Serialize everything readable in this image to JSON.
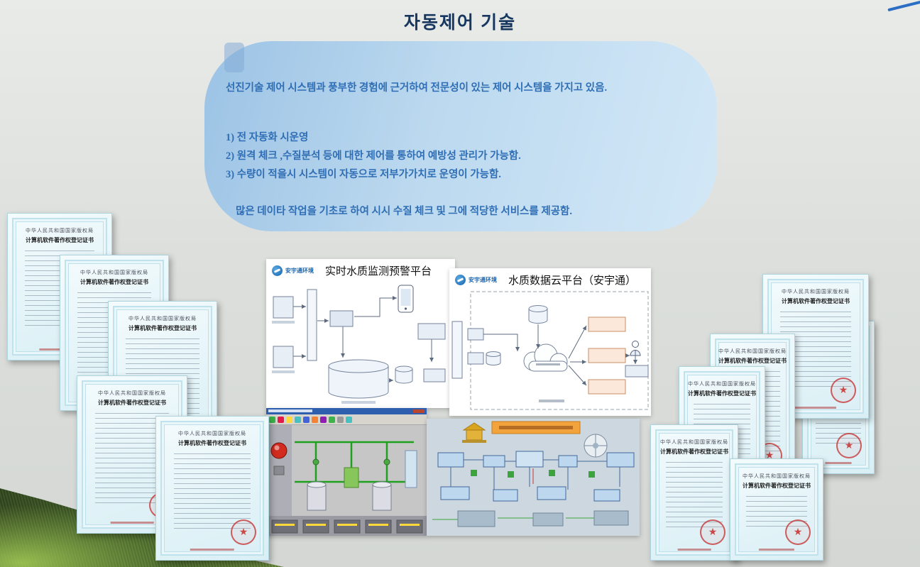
{
  "slide": {
    "title": "자동제어 기술"
  },
  "bubble": {
    "intro": "선진기술 제어 시스템과 풍부한  경험에 근거하여 전문성이 있는 제어 시스템을 가지고 있음.",
    "items": [
      "1) 전 자동화 시운영",
      "2) 원격 체크 ,수질분석 등에 대한 제어를 통하여 예방성 관리가 가능함.",
      "3)  수량이 적을시 시스템이 자동으로 저부가가치로 운영이 가능함."
    ],
    "footer": "많은 데이타 작업을 기초로 하여 시시 수질 체크 및 그에 적당한 서비스를 제공함."
  },
  "certificate": {
    "authority": "中华人民共和国国家版权局",
    "title": "计算机软件著作权登记证书"
  },
  "panels": {
    "realtime": {
      "brand": "安宇通环境",
      "title": "实时水质监测预警平台"
    },
    "cloud": {
      "brand": "安宇通环境",
      "title": "水质数据云平台（安宇通）"
    }
  },
  "icons": {
    "seal_star": "★"
  },
  "colors": {
    "title_text": "#17375e",
    "bubble_text": "#2f6eb5",
    "bubble_fill_start": "#9cc3e5",
    "bubble_fill_end": "#d3e8f7",
    "certificate_paper": "#e6f4f8",
    "seal_red": "#c63c3c",
    "background": "#d9dcd9"
  }
}
